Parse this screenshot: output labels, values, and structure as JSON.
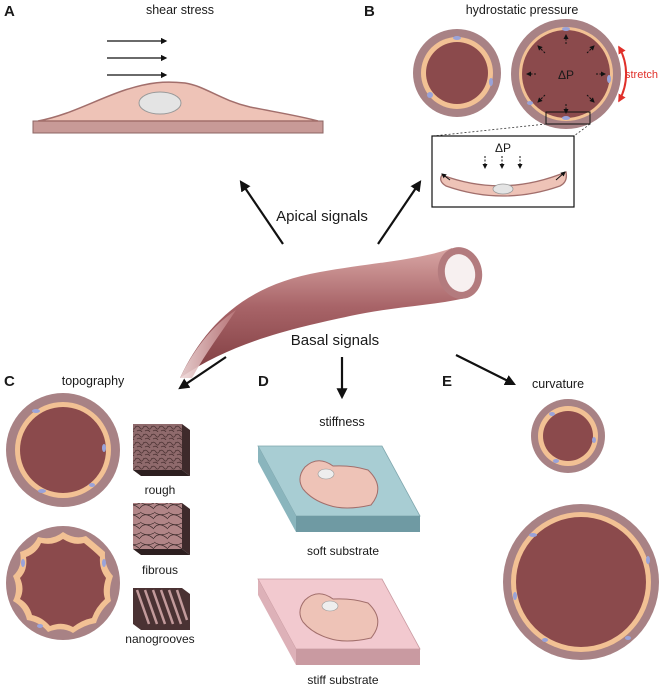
{
  "panels": {
    "a": {
      "letter": "A",
      "title": "shear stress"
    },
    "b": {
      "letter": "B",
      "title": "hydrostatic pressure",
      "delta": "ΔP",
      "stretch": "stretch",
      "inset_delta": "ΔP"
    },
    "c": {
      "letter": "C",
      "title": "topography",
      "textures": [
        "rough",
        "fibrous",
        "nanogrooves"
      ]
    },
    "d": {
      "letter": "D",
      "title": "stiffness",
      "substrates": [
        "soft substrate",
        "stiff substrate"
      ]
    },
    "e": {
      "letter": "E",
      "title": "curvature"
    }
  },
  "center": {
    "apical": "Apical signals",
    "basal": "Basal signals"
  },
  "colors": {
    "wall": "#a88285",
    "lumen": "#8b4a4c",
    "cell": "#f2c194",
    "nucleus": "#9aa3d9",
    "cell_body": "#eec3b7",
    "substrate": "#c89a97",
    "soft": "#a8cdd3",
    "stiff": "#f2c9cf",
    "stretch": "#e0302a"
  }
}
